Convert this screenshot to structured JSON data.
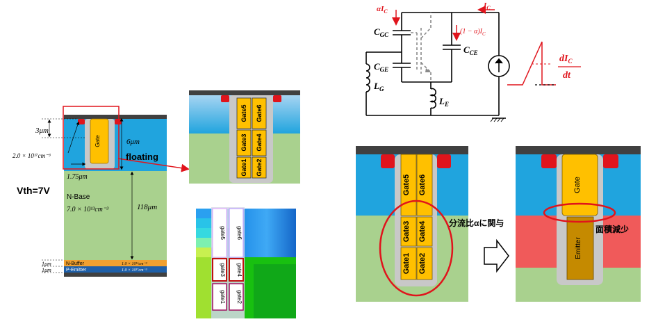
{
  "left_panel": {
    "dim_trench_depth": "3μm",
    "dim_doping_top": "2.0 × 10¹⁷cm⁻³",
    "dim_trench_width": "1.75μm",
    "dim_depth_6": "6μm",
    "floating_label": "floating",
    "vth_label": "Vth=7V",
    "nbase_label": "N-Base",
    "nbase_doping": "7.0 × 10¹³cm⁻³",
    "nbase_thickness": "118μm",
    "nbuffer_label": "N-Buffer",
    "nbuffer_doping": "1.0 × 10¹⁶cm⁻³",
    "pemitter_label": "P-Emitter",
    "pemitter_doping": "1.0 × 10¹⁷cm⁻³",
    "layer_thickness_1": "1μm",
    "layer_thickness_2": "1μm",
    "gate_label": "Gate"
  },
  "zoom_panel": {
    "gates": [
      "Gate5",
      "Gate6",
      "Gate3",
      "Gate4",
      "Gate1",
      "Gate2"
    ]
  },
  "sim_panel": {
    "gates": [
      "gate5",
      "gate6",
      "gate3",
      "gate4",
      "gate1",
      "gate2"
    ]
  },
  "circuit": {
    "alpha_ic": "αI",
    "alpha_ic_sub": "C",
    "ic": "I",
    "ic_sub": "C",
    "one_minus_alpha": "(1 − α)I",
    "one_minus_alpha_sub": "C",
    "cgc": "C",
    "cgc_sub": "GC",
    "cce": "C",
    "cce_sub": "CE",
    "cge": "C",
    "cge_sub": "GE",
    "lg": "L",
    "lg_sub": "G",
    "le": "L",
    "le_sub": "E",
    "dic_num": "dI",
    "dic_num_sub": "C",
    "dic_den": "dt"
  },
  "bottom_right": {
    "gates_before": [
      "Gate5",
      "Gate6",
      "Gate3",
      "Gate4",
      "Gate1",
      "Gate2"
    ],
    "annotation_split": "分流比αに関与",
    "annotation_area": "面積減少",
    "gate_label": "Gate",
    "emitter_label": "Emitter"
  },
  "colors": {
    "accent_red": "#e0141c",
    "gate_yellow": "#ffc000",
    "nbase_green": "#a9d18e",
    "pbase_blue": "#20a4de",
    "emitter_red": "#f05a5a",
    "oxide_gray": "#c8c8c8"
  }
}
